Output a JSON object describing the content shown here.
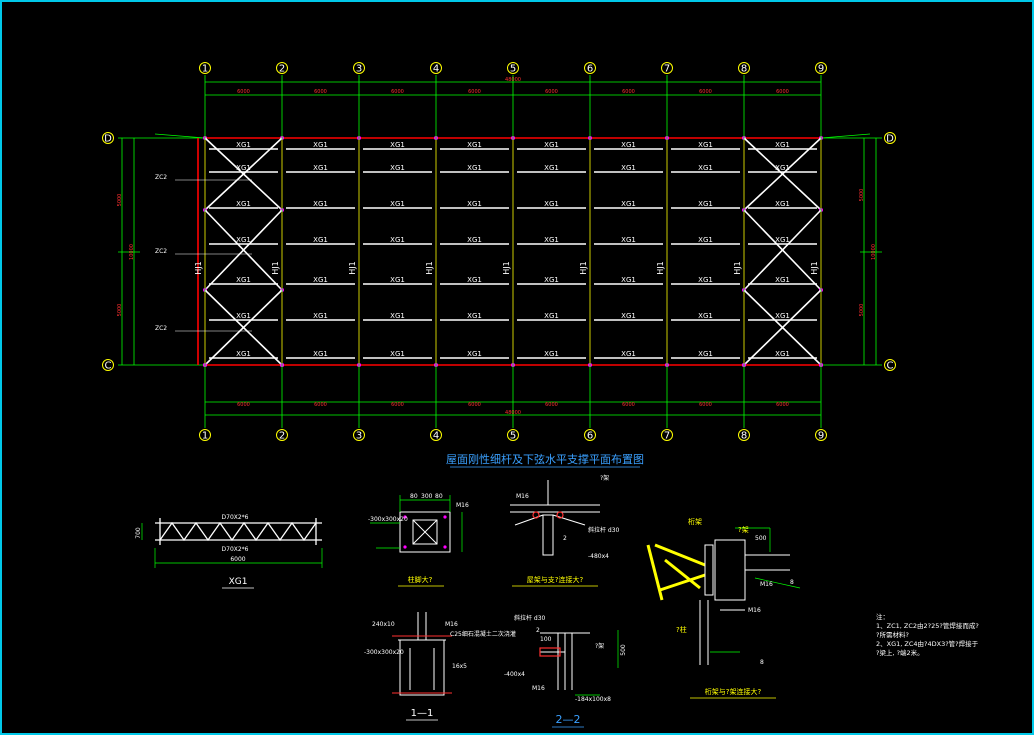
{
  "colors": {
    "background": "#000000",
    "frame": "#00c8e8",
    "grid_line": "#00ff00",
    "axis_bubble": "#ffff00",
    "column_line": "#ff0000",
    "member": "#ffffff",
    "dimension_text": "#ff3030",
    "title": "#3aa0ff",
    "detail_title": "#ffff00",
    "node_marker": "#ff00ff"
  },
  "plan": {
    "axes_x": [
      "1",
      "2",
      "3",
      "4",
      "5",
      "6",
      "7",
      "8",
      "9"
    ],
    "axes_y": [
      "D",
      "C"
    ],
    "bay_dims": [
      "6000",
      "6000",
      "6000",
      "6000",
      "6000",
      "6000",
      "6000",
      "6000"
    ],
    "total_length": "48000",
    "side_dims": [
      "5000",
      "5000",
      "10000"
    ],
    "xg_label": "XG1",
    "hj_label": "HJ1",
    "zc_labels": [
      "ZC2",
      "ZC2",
      "ZC2"
    ],
    "title": "屋面刚性细杆及下弦水平支撑平面布置图"
  },
  "details": {
    "truss": {
      "top_label": "D70X2*6",
      "bottom_label": "D70X2*6",
      "height_dim": "700",
      "length_dim": "6000",
      "name": "XG1"
    },
    "column_base": {
      "title": "柱脚大?",
      "dims": [
        "80",
        "300",
        "80"
      ],
      "bolt": "M16",
      "plate": "-300x300x20"
    },
    "roof_support": {
      "title": "屋架与支?连接大?",
      "labels": [
        "?架",
        "M16",
        "斜拉杆 d30",
        "-480x4",
        "2"
      ]
    },
    "section_11": {
      "title": "1—1",
      "labels": [
        "M16",
        "-300x300x20",
        "C25细石混凝土二次浇灌",
        "240x10",
        "16x5"
      ]
    },
    "section_22": {
      "title": "2—2",
      "labels": [
        "斜拉杆 d30",
        "2",
        "100",
        "?架",
        "500",
        "-400x4",
        "M16",
        "-184x100x8"
      ]
    },
    "truss_column": {
      "title": "桁架与?架连接大?",
      "labels": [
        "桁架",
        "?架",
        "500",
        "?柱",
        "M16",
        "M16",
        "8",
        "8"
      ]
    }
  },
  "notes": {
    "header": "注：",
    "items": [
      "1、ZC1, ZC2由2?25?管焊接而成?",
      "  ?所需材料?",
      "2、XG1, ZC4由?4DX3?管?焊接于",
      "  ?梁上, ?端2米。"
    ]
  }
}
